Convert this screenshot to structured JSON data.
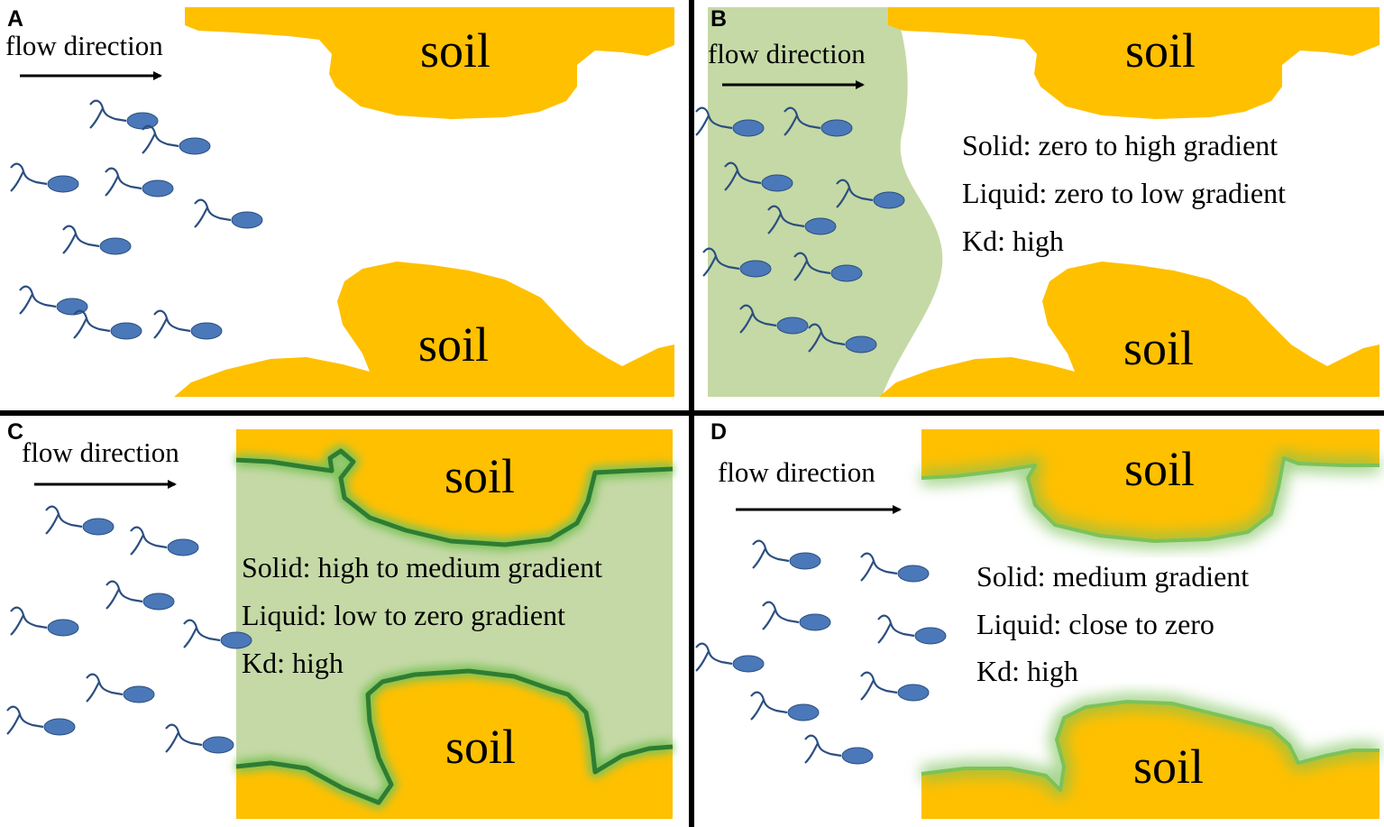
{
  "colors": {
    "soil": "#ffc000",
    "biofilm": "#c5d9a6",
    "biofilm_edge": "#2e7d32",
    "biofilm_glow": "#7cc259",
    "bacteria": "#4a78b8",
    "bacteria_outline": "#2c4f80",
    "divider": "#000000"
  },
  "panels": [
    {
      "letter": "A",
      "flow_label": "flow direction",
      "soil_top": "soil",
      "soil_bottom": "soil",
      "info": []
    },
    {
      "letter": "B",
      "flow_label": "flow direction",
      "soil_top": "soil",
      "soil_bottom": "soil",
      "info": [
        "Solid: zero to high gradient",
        "Liquid: zero to low gradient",
        "Kd: high"
      ]
    },
    {
      "letter": "C",
      "flow_label": "flow direction",
      "soil_top": "soil",
      "soil_bottom": "soil",
      "info": [
        "Solid: high to medium gradient",
        "Liquid: low to zero gradient",
        "Kd: high"
      ]
    },
    {
      "letter": "D",
      "flow_label": "flow direction",
      "soil_top": "soil",
      "soil_bottom": "soil",
      "info": [
        "Solid: medium gradient",
        "Liquid: close to zero",
        "Kd: high"
      ]
    }
  ]
}
